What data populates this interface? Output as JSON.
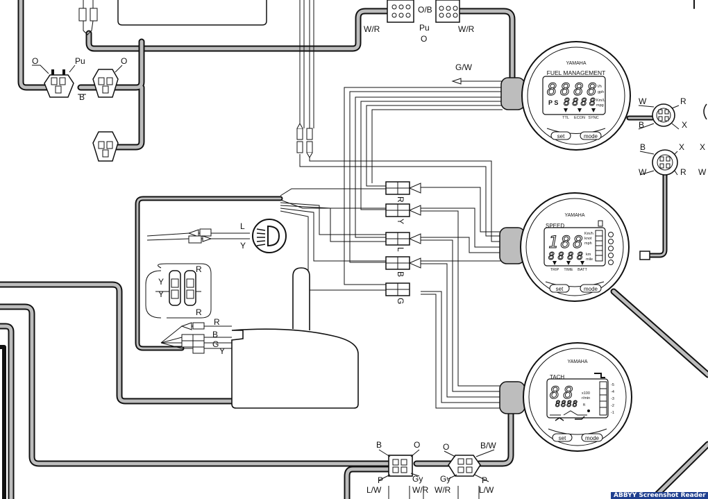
{
  "labels": {
    "top_o_b": "O/B",
    "top_w_r_left": "W/R",
    "top_pu": "Pu",
    "top_o": "O",
    "top_w_r_right": "W/R",
    "tl_o_left": "O",
    "tl_pu": "Pu",
    "tl_o_right": "O",
    "tl_b": "B",
    "g_w": "G/W",
    "sensor1_w": "W",
    "sensor1_r": "R",
    "sensor1_b": "B",
    "sensor1_x": "X",
    "sensor2_b": "B",
    "sensor2_x": "X",
    "sensor2_w": "W",
    "sensor2_r": "R",
    "edge_x": "X",
    "edge_w": "W",
    "hub_r": "R",
    "hub_y": "Y",
    "hub_l": "L",
    "hub_b": "B",
    "hub_g": "G",
    "lamp_l": "L",
    "lamp_y": "Y",
    "fuse_r_top": "R",
    "fuse_y1": "Y",
    "fuse_y2": "Y",
    "fuse_r_bottom": "R",
    "sw_r": "R",
    "sw_b": "B",
    "sw_g": "G",
    "sw_y": "Y",
    "bc1_b": "B",
    "bc1_o": "O",
    "bc1_p": "P",
    "bc1_gy": "Gy",
    "bc2_o": "O",
    "bc2_b_w": "B/W",
    "bc2_gy": "Gy",
    "bc2_p": "P",
    "bot_l_w_left": "L/W",
    "bot_w_r_left": "W/R",
    "bot_w_r_right": "W/R",
    "bot_l_w_right": "L/W"
  },
  "gauges": {
    "fuel": {
      "brand": "YAMAHA",
      "title": "FUEL MANAGEMENT",
      "digits_main": "8888",
      "digits_small": "8888",
      "unit1": "l/h",
      "unit2": "gph",
      "unit3": "Km/L",
      "unit4": "mpg",
      "ps": "P S",
      "ind1": "TTL",
      "ind2": "ECON",
      "ind3": "SYNC",
      "btn_set": "set",
      "btn_mode": "mode"
    },
    "speed": {
      "brand": "YAMAHA",
      "title": "SPEED",
      "digits_main": "188",
      "digits_small": "8888",
      "unit1": "Km/h",
      "unit2": "knot",
      "unit3": "mph",
      "unit4": "km",
      "unit5": "mile",
      "ind1": "TRIP",
      "ind2": "TIME",
      "ind3": "BATT",
      "btn_set": "set",
      "btn_mode": "mode"
    },
    "tach": {
      "brand": "YAMAHA",
      "title": "TACH",
      "digits_main": "88",
      "digits_small": "8888",
      "unit1": "x100",
      "unit2": "r/min",
      "unit3": "ft",
      "scale": [
        "-5",
        "-4",
        "-3",
        "-2",
        "-1"
      ],
      "btn_set": "set",
      "btn_mode": "mode"
    }
  },
  "taskbar": {
    "text": "ABBYY Screenshot Reader"
  }
}
